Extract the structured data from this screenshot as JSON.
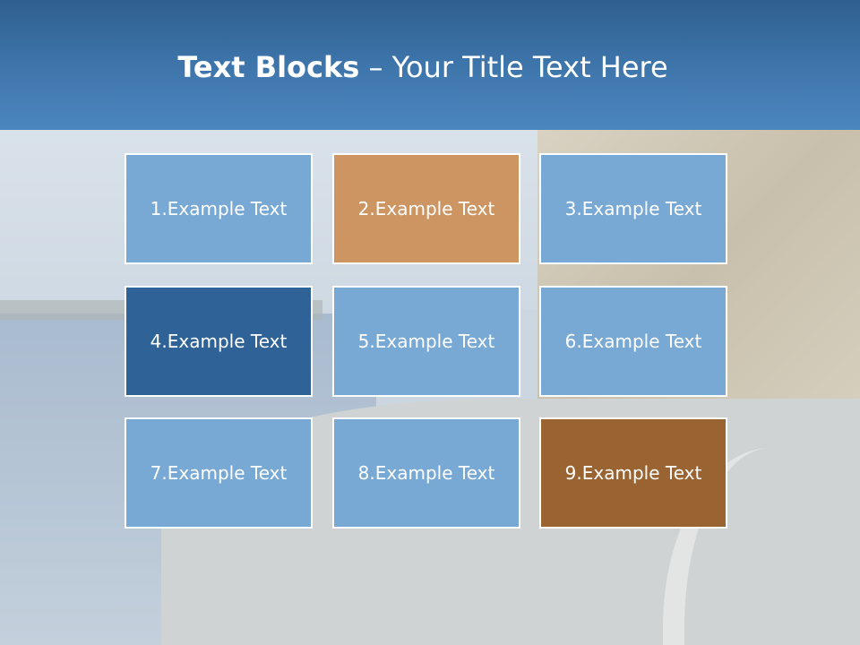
{
  "title": {
    "bold": "Text Blocks",
    "rest": " – Your Title Text Here"
  },
  "blocks": [
    {
      "label": "1.Example Text",
      "color": "#78a9d4"
    },
    {
      "label": "2.Example Text",
      "color": "#cc9562"
    },
    {
      "label": "3.Example Text",
      "color": "#78a9d4"
    },
    {
      "label": "4.Example Text",
      "color": "#2f6296"
    },
    {
      "label": "5.Example Text",
      "color": "#78a9d4"
    },
    {
      "label": "6.Example Text",
      "color": "#78a9d4"
    },
    {
      "label": "7.Example Text",
      "color": "#78a9d4"
    },
    {
      "label": "8.Example Text",
      "color": "#78a9d4"
    },
    {
      "label": "9.Example Text",
      "color": "#9a6332"
    }
  ]
}
